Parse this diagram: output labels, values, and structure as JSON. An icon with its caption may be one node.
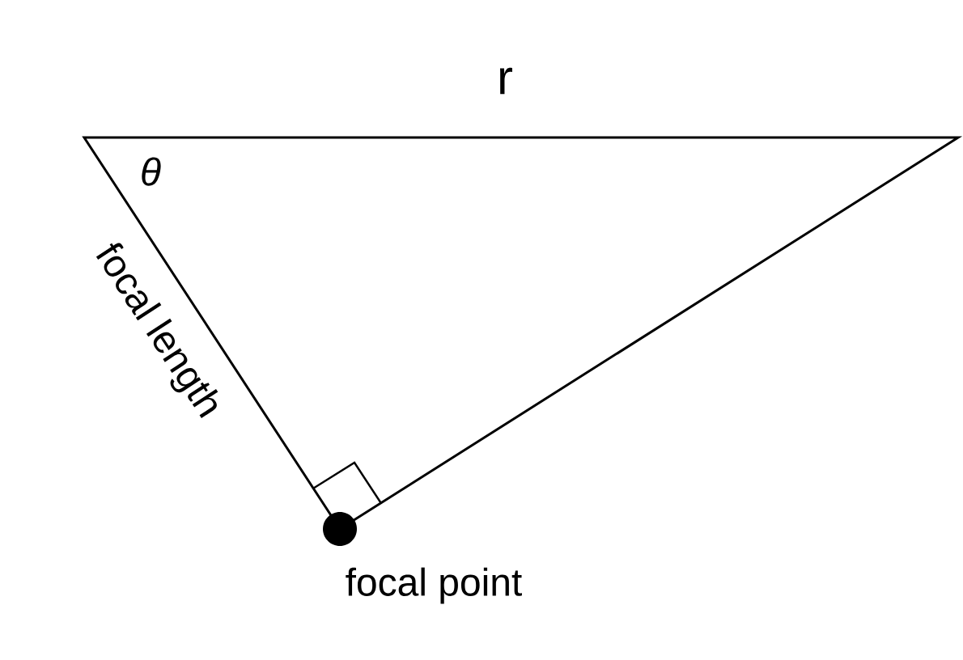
{
  "diagram": {
    "labels": [
      "r",
      "θ",
      "focal length",
      "focal point"
    ]
  }
}
